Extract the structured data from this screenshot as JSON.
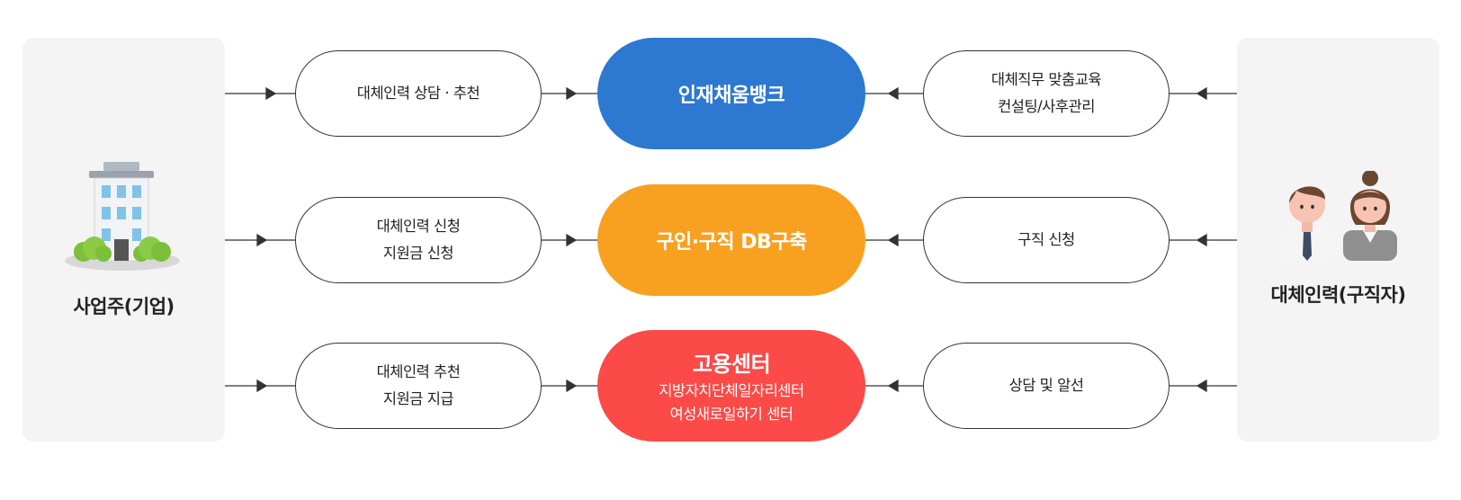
{
  "employer": {
    "label": "사업주(기업)",
    "icon": "building-icon"
  },
  "jobseeker": {
    "label": "대체인력(구직자)",
    "icon": "people-icon"
  },
  "rows": [
    {
      "left_lines": [
        "대체인력 상담 · 추천"
      ],
      "hub_title": "인재채움뱅크",
      "hub_sub": [],
      "hub_color": "#2d78d1",
      "right_lines": [
        "대체직무 맞춤교육",
        "컨설팅/사후관리"
      ]
    },
    {
      "left_lines": [
        "대체인력 신청",
        "지원금 신청"
      ],
      "hub_title": "구인·구직 DB구축",
      "hub_sub": [],
      "hub_color": "#f8a121",
      "right_lines": [
        "구직 신청"
      ]
    },
    {
      "left_lines": [
        "대체인력 추천",
        "지원금 지급"
      ],
      "hub_title": "고용센터",
      "hub_sub": [
        "지방자치단체일자리센터",
        "여성새로일하기 센터"
      ],
      "hub_color": "#fb4a47",
      "right_lines": [
        "상담 및 알선"
      ]
    }
  ]
}
